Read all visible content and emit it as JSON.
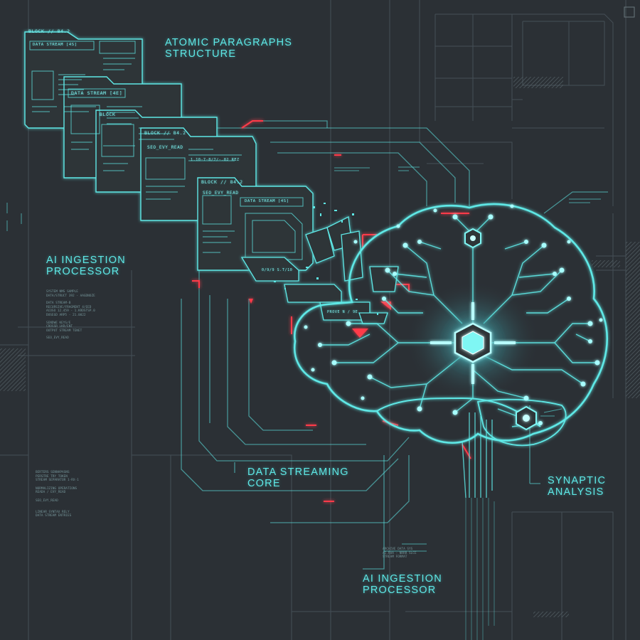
{
  "colors": {
    "background": "#2b3035",
    "cyan": "#5ee8e6",
    "red_accent": "#ff3b4a",
    "dim_line": "#4a555c"
  },
  "labels": {
    "atomic_paragraphs": [
      "ATOMIC PARAGRAPHS",
      "STRUCTURE"
    ],
    "ai_ingestion_left": [
      "AI INGESTION",
      "PROCESSOR"
    ],
    "data_streaming": [
      "DATA STREAMING",
      "CORE"
    ],
    "synaptic": [
      "SYNAPTIC",
      "ANALYSIS"
    ],
    "ai_ingestion_bottom": [
      "AI INGESTION",
      "PROCESSOR"
    ]
  },
  "cards": [
    {
      "title": "BLOCK // 84.2",
      "subtitle": "DATA STREAM [4S]"
    },
    {
      "title": "DATA STREAM [4E]",
      "subtitle": ""
    },
    {
      "title": "BLOCK",
      "subtitle": ""
    },
    {
      "title": "BLOCK // 84.2",
      "subtitle": "SEO_EVY_READ"
    },
    {
      "title": "BLOCK // 84.2",
      "subtitle": "SEO_EVY_READ"
    }
  ],
  "card_extras": {
    "stream_label": "DATA STREAM [4S]",
    "fragment_label": "PROVE N / 9E",
    "fragment_code": "0/9/9 S.T/10",
    "code_line": "1.10-7-8/7/-.82 REZ"
  },
  "left_notes": [
    "SYSTEM NMS SAMPLE",
    "DATA/STRUCT 392 - AAGDNOZE",
    "DATA STREAM-B",
    "RECURSIVE/FRAGMENT 4/EED",
    "ACOSO 12.459 - 1.KRDSTSP.0",
    "DUSEGD ARP5 - 21.0022",
    "SENDWE KEYS/E",
    "CROSSR LKR/ENT",
    "OUTPUT STREAM TENET",
    "SEO_EVY_READ"
  ],
  "left_notes_2": [
    "BERTERS SENNAPASNS",
    "PERSTRE TRY TOKEN",
    "STREAM SEPARATOR 1-RX-1",
    "NORMALIZING OPERATIONS",
    "READA / EVY_READ",
    "SEO_EVY_READ",
    "LINEAR SYNTAX RELY",
    "DATA STREAM ENTRIES"
  ],
  "bottom_notes": [
    "ARCHIVE DATA SYS",
    "AI.RAA - NRRR SLCE",
    "STREAM FORMAT"
  ],
  "icons": [
    "brain-circuit-icon",
    "hex-core-icon"
  ]
}
